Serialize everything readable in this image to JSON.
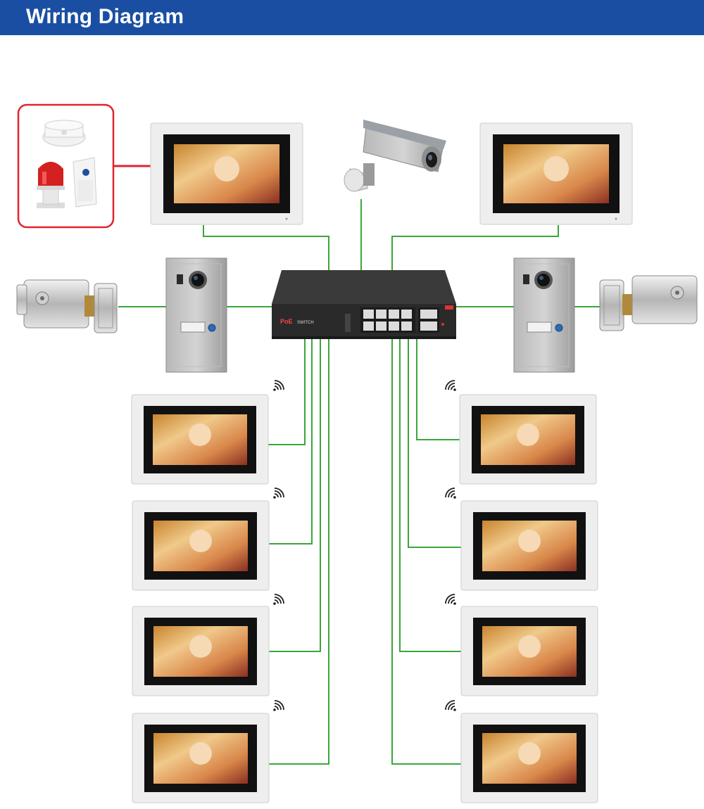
{
  "header": {
    "title": "Wiring Diagram"
  },
  "colors": {
    "header_bg": "#1a4ea3",
    "wire": "#3aa63a",
    "alarm_wire": "#e0242c",
    "monitor_frame": "#eeeeee",
    "screen": "#111111",
    "switch_body": "#2e2e2e",
    "door_station": "#a9a9a9"
  },
  "switch": {
    "brand_label": "PoE",
    "model_label": "SWITCH"
  },
  "devices": {
    "alarm_sensors": [
      "smoke-detector",
      "siren-strobe",
      "pir-sensor"
    ],
    "ip_camera": "bullet-camera",
    "door_stations": 2,
    "electric_locks": 2,
    "main_monitors": 2,
    "wifi_monitors": 8
  },
  "icons": {
    "wifi": "wifi-signal-icon"
  }
}
